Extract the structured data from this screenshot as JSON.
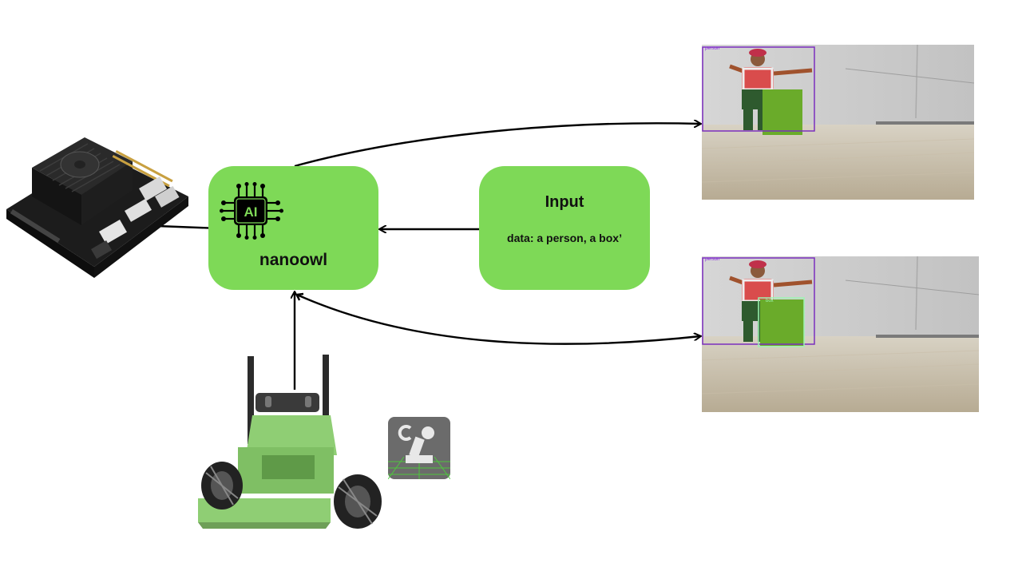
{
  "nanoowl": {
    "icon_text": "AI",
    "label": "nanoowl"
  },
  "input": {
    "title": "Input",
    "data": "data: a person, a box’"
  },
  "detections": {
    "top": [
      {
        "label": "person"
      }
    ],
    "bottom": [
      {
        "label": "person"
      },
      {
        "label": "box"
      }
    ]
  },
  "colors": {
    "box_fill": "#7ed957",
    "arrow": "#000000",
    "person_bbox": "#7b2fbe",
    "box_bbox": "#9cf5b0"
  }
}
